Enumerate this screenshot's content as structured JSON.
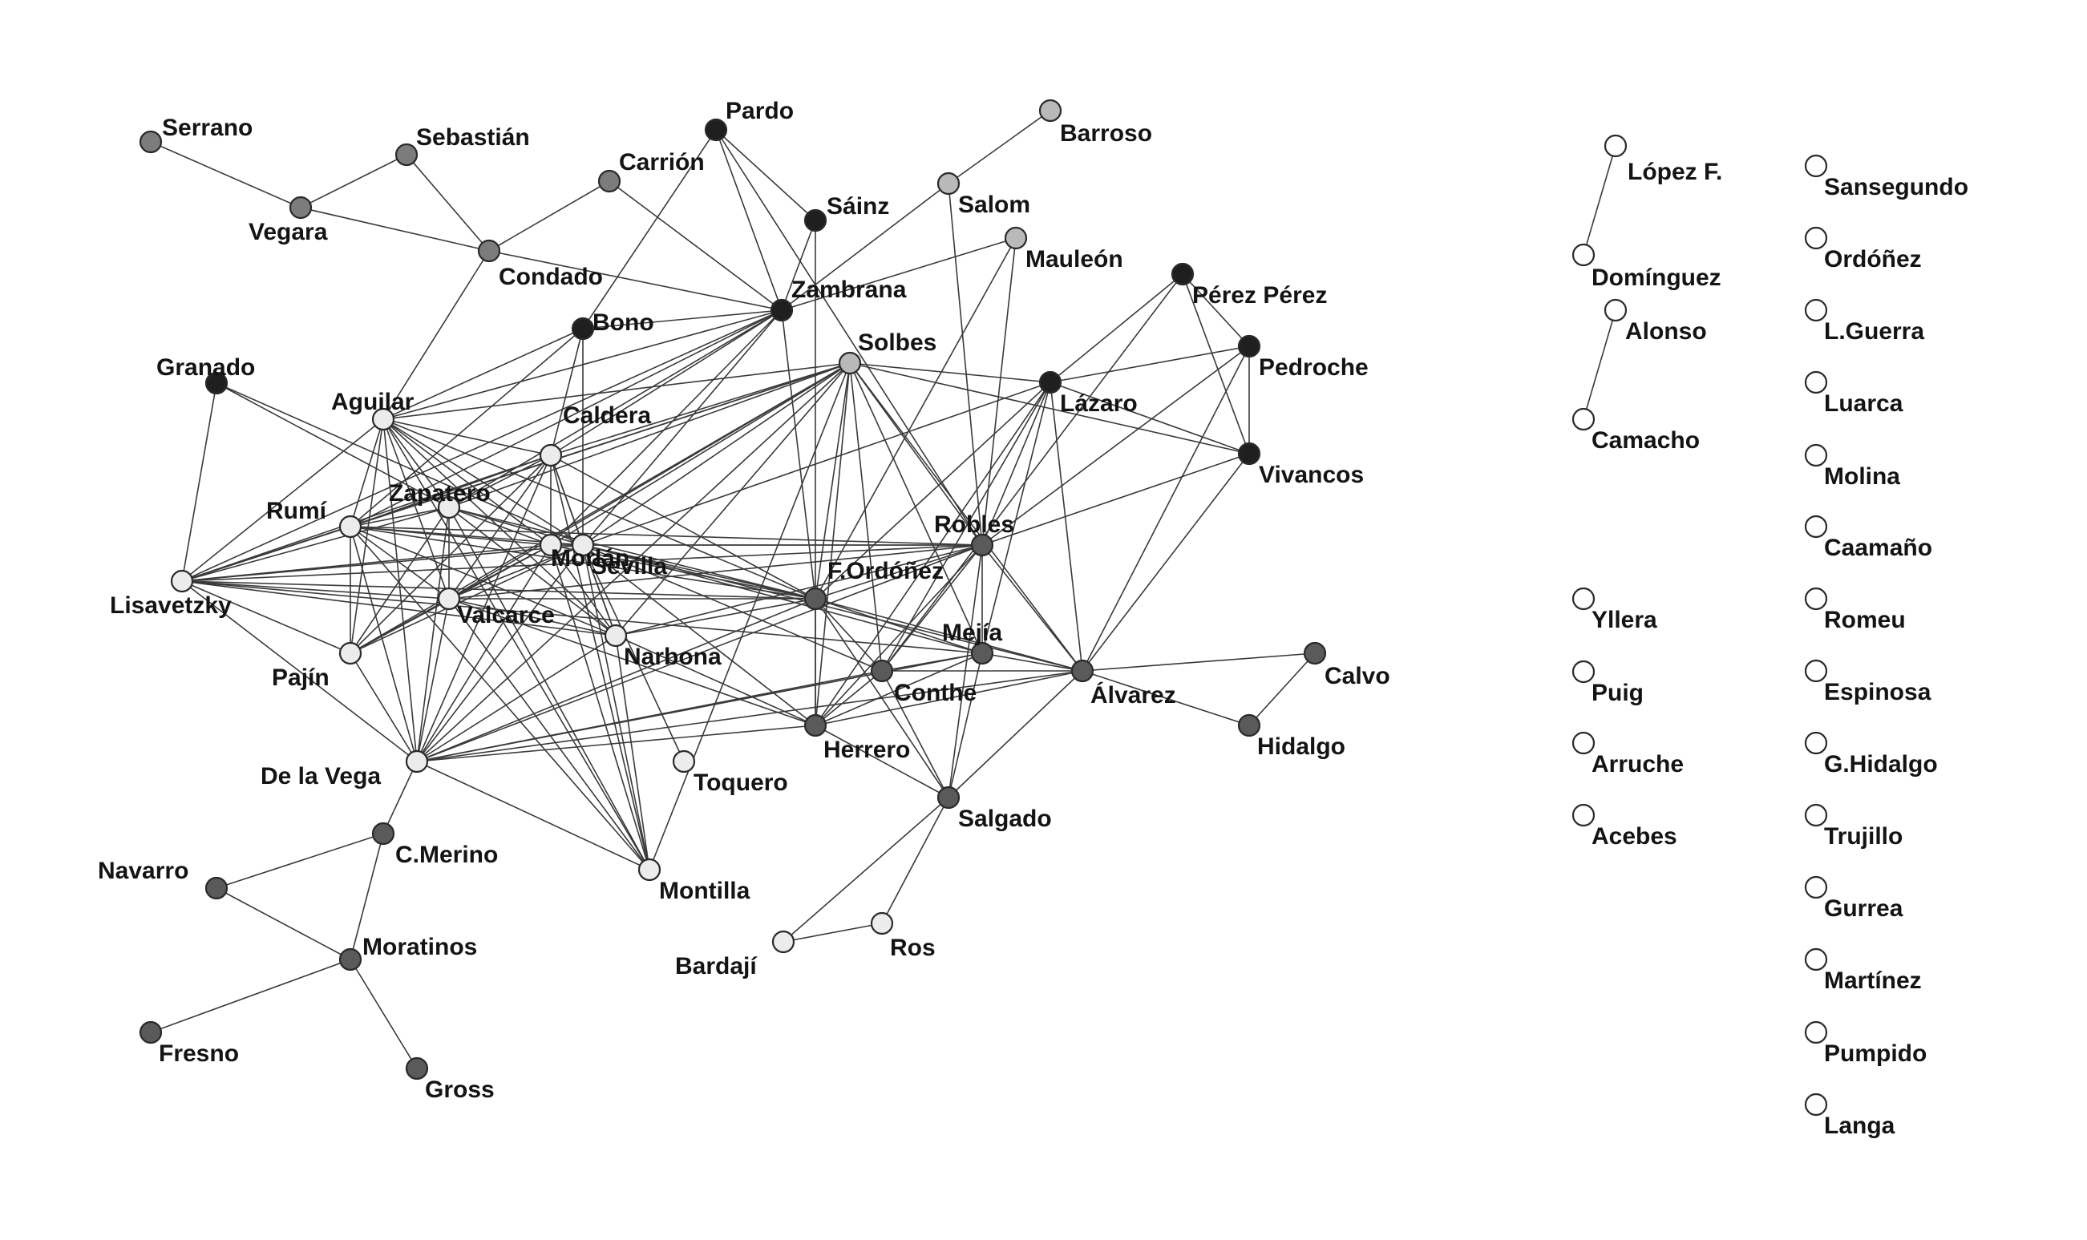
{
  "colors": {
    "group_dark": "#1f1f1f",
    "group_mid": "#5a5a5a",
    "group_gray": "#7c7c7c",
    "group_light": "#b9b9b9",
    "group_pale": "#ececec",
    "isolated": "#ffffff"
  },
  "nodes": [
    {
      "id": "serrano",
      "label": "Serrano",
      "group": "gray"
    },
    {
      "id": "vegara",
      "label": "Vegara",
      "group": "gray"
    },
    {
      "id": "sebastian",
      "label": "Sebastián",
      "group": "gray"
    },
    {
      "id": "condado",
      "label": "Condado",
      "group": "gray"
    },
    {
      "id": "carrion",
      "label": "Carrión",
      "group": "gray"
    },
    {
      "id": "pardo",
      "label": "Pardo",
      "group": "dark"
    },
    {
      "id": "sainz",
      "label": "Sáinz",
      "group": "dark"
    },
    {
      "id": "barroso",
      "label": "Barroso",
      "group": "light"
    },
    {
      "id": "salom",
      "label": "Salom",
      "group": "light"
    },
    {
      "id": "mauleon",
      "label": "Mauleón",
      "group": "light"
    },
    {
      "id": "zambrana",
      "label": "Zambrana",
      "group": "dark"
    },
    {
      "id": "bono",
      "label": "Bono",
      "group": "dark"
    },
    {
      "id": "solbes",
      "label": "Solbes",
      "group": "light"
    },
    {
      "id": "perezperez",
      "label": "Pérez Pérez",
      "group": "dark"
    },
    {
      "id": "pedroche",
      "label": "Pedroche",
      "group": "dark"
    },
    {
      "id": "lazaro",
      "label": "Lázaro",
      "group": "dark"
    },
    {
      "id": "vivancos",
      "label": "Vivancos",
      "group": "dark"
    },
    {
      "id": "granado",
      "label": "Granado",
      "group": "dark"
    },
    {
      "id": "aguilar",
      "label": "Aguilar",
      "group": "pale"
    },
    {
      "id": "caldera",
      "label": "Caldera",
      "group": "pale"
    },
    {
      "id": "zapatero",
      "label": "Zapatero",
      "group": "pale"
    },
    {
      "id": "rumi",
      "label": "Rumí",
      "group": "pale"
    },
    {
      "id": "morlan",
      "label": "Morlán",
      "group": "pale"
    },
    {
      "id": "sevilla",
      "label": "Sevilla",
      "group": "pale"
    },
    {
      "id": "lisavetzky",
      "label": "Lisavetzky",
      "group": "pale"
    },
    {
      "id": "valcarce",
      "label": "Valcarce",
      "group": "pale"
    },
    {
      "id": "narbona",
      "label": "Narbona",
      "group": "pale"
    },
    {
      "id": "pajin",
      "label": "Pajín",
      "group": "pale"
    },
    {
      "id": "delavega",
      "label": "De la Vega",
      "group": "pale"
    },
    {
      "id": "toquero",
      "label": "Toquero",
      "group": "pale"
    },
    {
      "id": "montilla",
      "label": "Montilla",
      "group": "pale"
    },
    {
      "id": "robles",
      "label": "Robles",
      "group": "mid"
    },
    {
      "id": "fordonez",
      "label": "F.Ordóñez",
      "group": "mid"
    },
    {
      "id": "mejia",
      "label": "Mejía",
      "group": "mid"
    },
    {
      "id": "conthe",
      "label": "Conthe",
      "group": "mid"
    },
    {
      "id": "alvarez",
      "label": "Álvarez",
      "group": "mid"
    },
    {
      "id": "herrero",
      "label": "Herrero",
      "group": "mid"
    },
    {
      "id": "salgado",
      "label": "Salgado",
      "group": "mid"
    },
    {
      "id": "calvo",
      "label": "Calvo",
      "group": "mid"
    },
    {
      "id": "hidalgo",
      "label": "Hidalgo",
      "group": "mid"
    },
    {
      "id": "bardaji",
      "label": "Bardají",
      "group": "pale"
    },
    {
      "id": "ros",
      "label": "Ros",
      "group": "pale"
    },
    {
      "id": "cmerino",
      "label": "C.Merino",
      "group": "mid"
    },
    {
      "id": "navarro",
      "label": "Navarro",
      "group": "mid"
    },
    {
      "id": "moratinos",
      "label": "Moratinos",
      "group": "mid"
    },
    {
      "id": "fresno",
      "label": "Fresno",
      "group": "mid"
    },
    {
      "id": "gross",
      "label": "Gross",
      "group": "mid"
    },
    {
      "id": "lopezf",
      "label": "López F.",
      "group": "isolated"
    },
    {
      "id": "dominguez",
      "label": "Domínguez",
      "group": "isolated"
    },
    {
      "id": "alonso",
      "label": "Alonso",
      "group": "isolated"
    },
    {
      "id": "camacho",
      "label": "Camacho",
      "group": "isolated"
    },
    {
      "id": "yllera",
      "label": "Yllera",
      "group": "isolated"
    },
    {
      "id": "puig",
      "label": "Puig",
      "group": "isolated"
    },
    {
      "id": "arruche",
      "label": "Arruche",
      "group": "isolated"
    },
    {
      "id": "acebes",
      "label": "Acebes",
      "group": "isolated"
    },
    {
      "id": "sansegundo",
      "label": "Sansegundo",
      "group": "isolated"
    },
    {
      "id": "ordonez",
      "label": "Ordóñez",
      "group": "isolated"
    },
    {
      "id": "lguerra",
      "label": "L.Guerra",
      "group": "isolated"
    },
    {
      "id": "luarca",
      "label": "Luarca",
      "group": "isolated"
    },
    {
      "id": "molina",
      "label": "Molina",
      "group": "isolated"
    },
    {
      "id": "caamano",
      "label": "Caamaño",
      "group": "isolated"
    },
    {
      "id": "romeu",
      "label": "Romeu",
      "group": "isolated"
    },
    {
      "id": "espinosa",
      "label": "Espinosa",
      "group": "isolated"
    },
    {
      "id": "ghidalgo",
      "label": "G.Hidalgo",
      "group": "isolated"
    },
    {
      "id": "trujillo",
      "label": "Trujillo",
      "group": "isolated"
    },
    {
      "id": "gurrea",
      "label": "Gurrea",
      "group": "isolated"
    },
    {
      "id": "martinez",
      "label": "Martínez",
      "group": "isolated"
    },
    {
      "id": "pumpido",
      "label": "Pumpido",
      "group": "isolated"
    },
    {
      "id": "langa",
      "label": "Langa",
      "group": "isolated"
    }
  ],
  "edges": [
    [
      "serrano",
      "vegara"
    ],
    [
      "vegara",
      "sebastian"
    ],
    [
      "sebastian",
      "condado"
    ],
    [
      "vegara",
      "condado"
    ],
    [
      "condado",
      "carrion"
    ],
    [
      "condado",
      "aguilar"
    ],
    [
      "condado",
      "zambrana"
    ],
    [
      "carrion",
      "zambrana"
    ],
    [
      "pardo",
      "sainz"
    ],
    [
      "pardo",
      "bono"
    ],
    [
      "pardo",
      "zambrana"
    ],
    [
      "pardo",
      "robles"
    ],
    [
      "sainz",
      "zambrana"
    ],
    [
      "sainz",
      "herrero"
    ],
    [
      "barroso",
      "salom"
    ],
    [
      "salom",
      "zambrana"
    ],
    [
      "salom",
      "robles"
    ],
    [
      "mauleon",
      "zambrana"
    ],
    [
      "mauleon",
      "fordonez"
    ],
    [
      "mauleon",
      "robles"
    ],
    [
      "zambrana",
      "bono"
    ],
    [
      "zambrana",
      "aguilar"
    ],
    [
      "zambrana",
      "caldera"
    ],
    [
      "zambrana",
      "zapatero"
    ],
    [
      "zambrana",
      "morlan"
    ],
    [
      "zambrana",
      "sevilla"
    ],
    [
      "zambrana",
      "rumi"
    ],
    [
      "zambrana",
      "lisavetzky"
    ],
    [
      "zambrana",
      "fordonez"
    ],
    [
      "bono",
      "rumi"
    ],
    [
      "bono",
      "aguilar"
    ],
    [
      "bono",
      "caldera"
    ],
    [
      "bono",
      "sevilla"
    ],
    [
      "solbes",
      "aguilar"
    ],
    [
      "solbes",
      "caldera"
    ],
    [
      "solbes",
      "zapatero"
    ],
    [
      "solbes",
      "morlan"
    ],
    [
      "solbes",
      "sevilla"
    ],
    [
      "solbes",
      "rumi"
    ],
    [
      "solbes",
      "lisavetzky"
    ],
    [
      "solbes",
      "valcarce"
    ],
    [
      "solbes",
      "narbona"
    ],
    [
      "solbes",
      "pajin"
    ],
    [
      "solbes",
      "delavega"
    ],
    [
      "solbes",
      "montilla"
    ],
    [
      "solbes",
      "fordonez"
    ],
    [
      "solbes",
      "herrero"
    ],
    [
      "solbes",
      "conthe"
    ],
    [
      "solbes",
      "mejia"
    ],
    [
      "solbes",
      "robles"
    ],
    [
      "solbes",
      "alvarez"
    ],
    [
      "solbes",
      "lazaro"
    ],
    [
      "solbes",
      "vivancos"
    ],
    [
      "perezperez",
      "lazaro"
    ],
    [
      "perezperez",
      "vivancos"
    ],
    [
      "perezperez",
      "pedroche"
    ],
    [
      "perezperez",
      "conthe"
    ],
    [
      "pedroche",
      "lazaro"
    ],
    [
      "pedroche",
      "vivancos"
    ],
    [
      "pedroche",
      "robles"
    ],
    [
      "pedroche",
      "alvarez"
    ],
    [
      "lazaro",
      "robles"
    ],
    [
      "lazaro",
      "fordonez"
    ],
    [
      "lazaro",
      "conthe"
    ],
    [
      "lazaro",
      "alvarez"
    ],
    [
      "lazaro",
      "vivancos"
    ],
    [
      "lazaro",
      "herrero"
    ],
    [
      "lazaro",
      "mejia"
    ],
    [
      "lazaro",
      "sevilla"
    ],
    [
      "vivancos",
      "robles"
    ],
    [
      "vivancos",
      "alvarez"
    ],
    [
      "granado",
      "lisavetzky"
    ],
    [
      "granado",
      "zapatero"
    ],
    [
      "granado",
      "sevilla"
    ],
    [
      "aguilar",
      "caldera"
    ],
    [
      "aguilar",
      "zapatero"
    ],
    [
      "aguilar",
      "rumi"
    ],
    [
      "aguilar",
      "lisavetzky"
    ],
    [
      "aguilar",
      "morlan"
    ],
    [
      "aguilar",
      "sevilla"
    ],
    [
      "aguilar",
      "valcarce"
    ],
    [
      "aguilar",
      "pajin"
    ],
    [
      "aguilar",
      "delavega"
    ],
    [
      "aguilar",
      "narbona"
    ],
    [
      "aguilar",
      "fordonez"
    ],
    [
      "aguilar",
      "montilla"
    ],
    [
      "caldera",
      "zapatero"
    ],
    [
      "caldera",
      "rumi"
    ],
    [
      "caldera",
      "lisavetzky"
    ],
    [
      "caldera",
      "morlan"
    ],
    [
      "caldera",
      "sevilla"
    ],
    [
      "caldera",
      "valcarce"
    ],
    [
      "caldera",
      "pajin"
    ],
    [
      "caldera",
      "delavega"
    ],
    [
      "caldera",
      "narbona"
    ],
    [
      "caldera",
      "montilla"
    ],
    [
      "caldera",
      "fordonez"
    ],
    [
      "zapatero",
      "rumi"
    ],
    [
      "zapatero",
      "lisavetzky"
    ],
    [
      "zapatero",
      "morlan"
    ],
    [
      "zapatero",
      "sevilla"
    ],
    [
      "zapatero",
      "valcarce"
    ],
    [
      "zapatero",
      "pajin"
    ],
    [
      "zapatero",
      "delavega"
    ],
    [
      "zapatero",
      "narbona"
    ],
    [
      "zapatero",
      "montilla"
    ],
    [
      "zapatero",
      "fordonez"
    ],
    [
      "rumi",
      "lisavetzky"
    ],
    [
      "rumi",
      "morlan"
    ],
    [
      "rumi",
      "sevilla"
    ],
    [
      "rumi",
      "valcarce"
    ],
    [
      "rumi",
      "pajin"
    ],
    [
      "rumi",
      "delavega"
    ],
    [
      "rumi",
      "narbona"
    ],
    [
      "rumi",
      "montilla"
    ],
    [
      "rumi",
      "fordonez"
    ],
    [
      "rumi",
      "robles"
    ],
    [
      "lisavetzky",
      "morlan"
    ],
    [
      "lisavetzky",
      "sevilla"
    ],
    [
      "lisavetzky",
      "valcarce"
    ],
    [
      "lisavetzky",
      "pajin"
    ],
    [
      "lisavetzky",
      "delavega"
    ],
    [
      "lisavetzky",
      "narbona"
    ],
    [
      "lisavetzky",
      "fordonez"
    ],
    [
      "lisavetzky",
      "robles"
    ],
    [
      "lisavetzky",
      "mejia"
    ],
    [
      "morlan",
      "sevilla"
    ],
    [
      "morlan",
      "valcarce"
    ],
    [
      "morlan",
      "pajin"
    ],
    [
      "morlan",
      "delavega"
    ],
    [
      "morlan",
      "narbona"
    ],
    [
      "morlan",
      "montilla"
    ],
    [
      "morlan",
      "fordonez"
    ],
    [
      "morlan",
      "robles"
    ],
    [
      "sevilla",
      "valcarce"
    ],
    [
      "sevilla",
      "pajin"
    ],
    [
      "sevilla",
      "delavega"
    ],
    [
      "sevilla",
      "narbona"
    ],
    [
      "sevilla",
      "toquero"
    ],
    [
      "sevilla",
      "montilla"
    ],
    [
      "sevilla",
      "fordonez"
    ],
    [
      "sevilla",
      "mejia"
    ],
    [
      "sevilla",
      "conthe"
    ],
    [
      "sevilla",
      "herrero"
    ],
    [
      "sevilla",
      "robles"
    ],
    [
      "sevilla",
      "alvarez"
    ],
    [
      "valcarce",
      "pajin"
    ],
    [
      "valcarce",
      "delavega"
    ],
    [
      "valcarce",
      "narbona"
    ],
    [
      "valcarce",
      "montilla"
    ],
    [
      "valcarce",
      "fordonez"
    ],
    [
      "valcarce",
      "robles"
    ],
    [
      "valcarce",
      "herrero"
    ],
    [
      "narbona",
      "delavega"
    ],
    [
      "narbona",
      "fordonez"
    ],
    [
      "narbona",
      "robles"
    ],
    [
      "narbona",
      "herrero"
    ],
    [
      "narbona",
      "montilla"
    ],
    [
      "pajin",
      "delavega"
    ],
    [
      "delavega",
      "montilla"
    ],
    [
      "delavega",
      "fordonez"
    ],
    [
      "delavega",
      "herrero"
    ],
    [
      "delavega",
      "conthe"
    ],
    [
      "delavega",
      "mejia"
    ],
    [
      "delavega",
      "robles"
    ],
    [
      "delavega",
      "alvarez"
    ],
    [
      "delavega",
      "cmerino"
    ],
    [
      "fordonez",
      "robles"
    ],
    [
      "fordonez",
      "mejia"
    ],
    [
      "fordonez",
      "conthe"
    ],
    [
      "fordonez",
      "herrero"
    ],
    [
      "fordonez",
      "alvarez"
    ],
    [
      "fordonez",
      "salgado"
    ],
    [
      "robles",
      "mejia"
    ],
    [
      "robles",
      "conthe"
    ],
    [
      "robles",
      "herrero"
    ],
    [
      "robles",
      "salgado"
    ],
    [
      "robles",
      "alvarez"
    ],
    [
      "mejia",
      "conthe"
    ],
    [
      "mejia",
      "herrero"
    ],
    [
      "mejia",
      "alvarez"
    ],
    [
      "mejia",
      "salgado"
    ],
    [
      "conthe",
      "herrero"
    ],
    [
      "conthe",
      "alvarez"
    ],
    [
      "conthe",
      "salgado"
    ],
    [
      "herrero",
      "salgado"
    ],
    [
      "herrero",
      "alvarez"
    ],
    [
      "alvarez",
      "salgado"
    ],
    [
      "alvarez",
      "calvo"
    ],
    [
      "alvarez",
      "hidalgo"
    ],
    [
      "calvo",
      "hidalgo"
    ],
    [
      "salgado",
      "bardaji"
    ],
    [
      "salgado",
      "ros"
    ],
    [
      "bardaji",
      "ros"
    ],
    [
      "cmerino",
      "navarro"
    ],
    [
      "cmerino",
      "moratinos"
    ],
    [
      "navarro",
      "moratinos"
    ],
    [
      "moratinos",
      "fresno"
    ],
    [
      "moratinos",
      "gross"
    ],
    [
      "lopezf",
      "dominguez"
    ],
    [
      "alonso",
      "camacho"
    ]
  ]
}
